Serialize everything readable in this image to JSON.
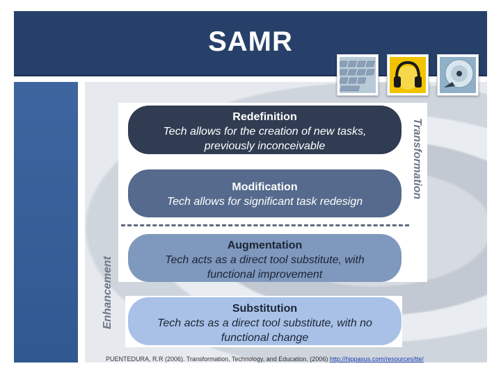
{
  "header": {
    "title": "SAMR"
  },
  "icons": [
    "keyboard-icon",
    "headphones-icon",
    "cd-icon"
  ],
  "samr": {
    "redefinition": {
      "title": "Redefinition",
      "line1": "Tech allows for the creation of new tasks,",
      "line2": "previously inconceivable"
    },
    "modification": {
      "title": "Modification",
      "line1": "Tech allows for significant task redesign"
    },
    "augmentation": {
      "title": "Augmentation",
      "line1": "Tech acts as a direct tool substitute, with",
      "line2": "functional improvement"
    },
    "substitution": {
      "title": "Substitution",
      "line1": "Tech acts as a direct tool substitute, with no",
      "line2": "functional change"
    }
  },
  "labels": {
    "transformation": "Transformation",
    "enhancement": "Enhancement"
  },
  "citation": {
    "text": "PUENTEDURA, R.R (2006). Transformation, Technology, and Education. (2006) ",
    "link": "http://hippasus.com/resources/tte/"
  },
  "colors": {
    "header": "#26406a",
    "redefinition": "#2f3c51",
    "modification": "#556a8c",
    "augmentation": "#7f98bd",
    "substitution": "#a9c1e7"
  }
}
